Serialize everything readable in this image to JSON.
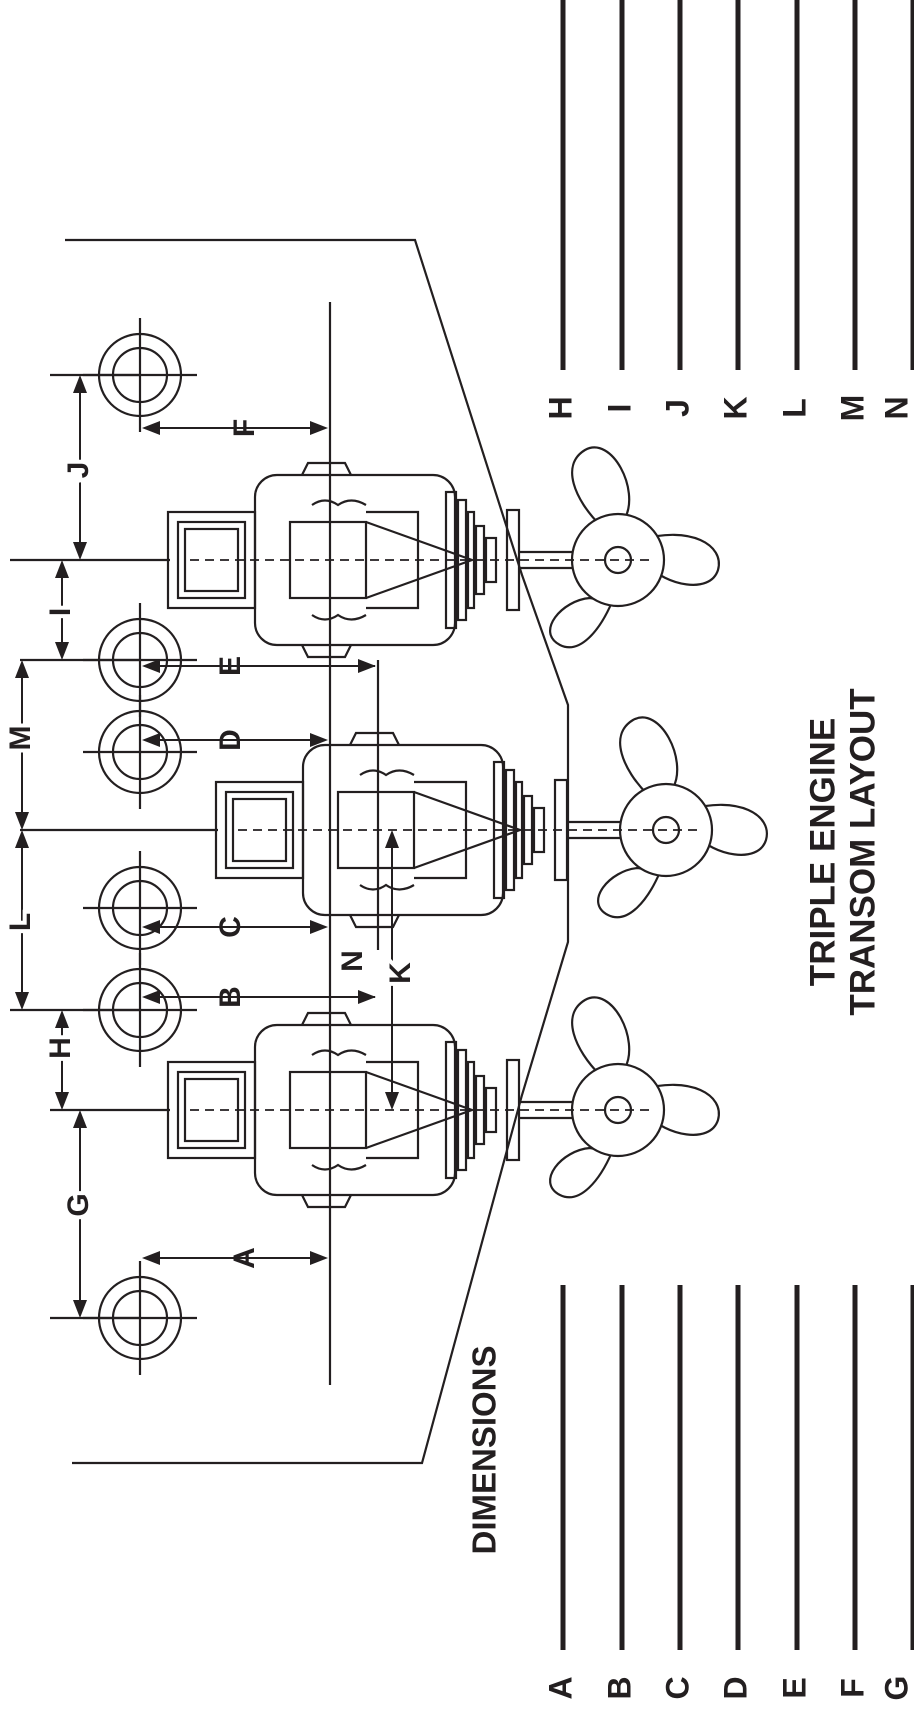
{
  "title": {
    "line1": "TRIPLE ENGINE",
    "line2": "TRANSOM LAYOUT"
  },
  "dimensions_heading": "DIMENSIONS",
  "dimension_letters": {
    "A": "A",
    "B": "B",
    "C": "C",
    "D": "D",
    "E": "E",
    "F": "F",
    "G": "G",
    "H": "H",
    "I": "I",
    "J": "J",
    "K": "K",
    "L": "L",
    "M": "M",
    "N": "N"
  },
  "blanks_group_1": [
    "A",
    "B",
    "C",
    "D",
    "E",
    "F",
    "G"
  ],
  "blanks_group_2": [
    "H",
    "I",
    "J",
    "K",
    "L",
    "M",
    "N"
  ],
  "colors": {
    "ink": "#231f20",
    "paper": "#ffffff"
  }
}
